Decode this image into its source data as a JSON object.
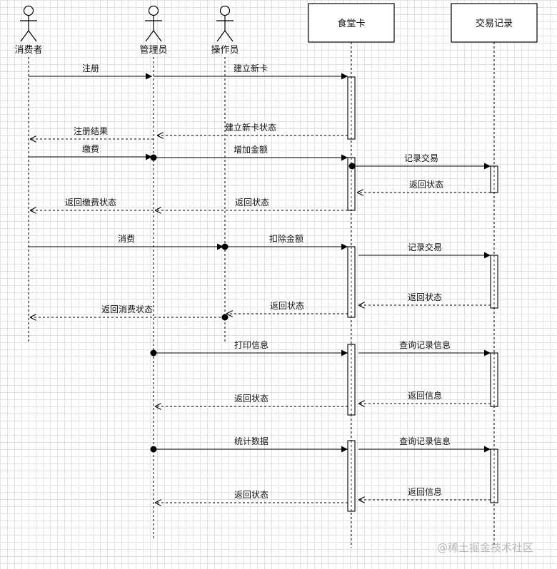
{
  "participants": [
    {
      "id": "consumer",
      "label": "消费者",
      "kind": "actor"
    },
    {
      "id": "admin",
      "label": "管理员",
      "kind": "actor"
    },
    {
      "id": "operator",
      "label": "操作员",
      "kind": "actor"
    },
    {
      "id": "card",
      "label": "食堂卡",
      "kind": "box"
    },
    {
      "id": "records",
      "label": "交易记录",
      "kind": "box"
    }
  ],
  "messages": [
    {
      "label": "注册",
      "from": "consumer",
      "to": "admin",
      "type": "sync"
    },
    {
      "label": "建立新卡",
      "from": "admin",
      "to": "card",
      "type": "sync"
    },
    {
      "label": "建立新卡状态",
      "from": "card",
      "to": "admin",
      "type": "return"
    },
    {
      "label": "注册结果",
      "from": "admin",
      "to": "consumer",
      "type": "return"
    },
    {
      "label": "缴费",
      "from": "consumer",
      "to": "admin",
      "type": "sync"
    },
    {
      "label": "增加金额",
      "from": "admin",
      "to": "card",
      "type": "sync"
    },
    {
      "label": "记录交易",
      "from": "card",
      "to": "records",
      "type": "sync"
    },
    {
      "label": "返回状态",
      "from": "records",
      "to": "card",
      "type": "return"
    },
    {
      "label": "返回状态",
      "from": "card",
      "to": "admin",
      "type": "return"
    },
    {
      "label": "返回缴费状态",
      "from": "admin",
      "to": "consumer",
      "type": "return"
    },
    {
      "label": "消费",
      "from": "consumer",
      "to": "operator",
      "type": "sync"
    },
    {
      "label": "扣除金额",
      "from": "operator",
      "to": "card",
      "type": "sync"
    },
    {
      "label": "记录交易",
      "from": "card",
      "to": "records",
      "type": "sync"
    },
    {
      "label": "返回状态",
      "from": "records",
      "to": "card",
      "type": "return"
    },
    {
      "label": "返回状态",
      "from": "card",
      "to": "operator",
      "type": "return"
    },
    {
      "label": "返回消费状态",
      "from": "operator",
      "to": "consumer",
      "type": "return"
    },
    {
      "label": "打印信息",
      "from": "admin",
      "to": "card",
      "type": "sync"
    },
    {
      "label": "查询记录信息",
      "from": "card",
      "to": "records",
      "type": "sync"
    },
    {
      "label": "返回信息",
      "from": "records",
      "to": "card",
      "type": "return"
    },
    {
      "label": "返回状态",
      "from": "card",
      "to": "admin",
      "type": "return"
    },
    {
      "label": "统计数据",
      "from": "admin",
      "to": "card",
      "type": "sync"
    },
    {
      "label": "查询记录信息",
      "from": "card",
      "to": "records",
      "type": "sync"
    },
    {
      "label": "返回信息",
      "from": "records",
      "to": "card",
      "type": "return"
    },
    {
      "label": "返回状态",
      "from": "card",
      "to": "admin",
      "type": "return"
    }
  ],
  "watermark": "@稀土掘金技术社区",
  "colors": {
    "line": "#000000",
    "grid": "#e2e2e2",
    "watermark": "#b9b9b9"
  }
}
